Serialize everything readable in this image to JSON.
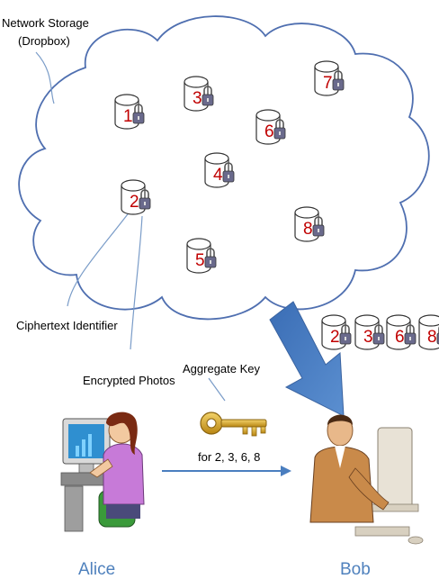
{
  "labels": {
    "network_storage_line1": "Network Storage",
    "network_storage_line2": "(Dropbox)",
    "ciphertext_identifier": "Ciphertext Identifier",
    "encrypted_photos": "Encrypted Photos",
    "aggregate_key": "Aggregate Key",
    "key_for": "for  2, 3, 6, 8",
    "alice": "Alice",
    "bob": "Bob"
  },
  "cloud_items": [
    {
      "id": "1"
    },
    {
      "id": "2"
    },
    {
      "id": "3"
    },
    {
      "id": "4"
    },
    {
      "id": "5"
    },
    {
      "id": "6"
    },
    {
      "id": "7"
    },
    {
      "id": "8"
    }
  ],
  "received_items": [
    {
      "id": "2"
    },
    {
      "id": "3"
    },
    {
      "id": "6"
    },
    {
      "id": "8"
    }
  ],
  "colors": {
    "number": "#c00000",
    "cloud_outline": "#4f6fb0",
    "big_arrow": "#4a7ebf",
    "person_label": "#4f81bd",
    "key_gold": "#d6a520",
    "lock": "#6a6a8c"
  }
}
